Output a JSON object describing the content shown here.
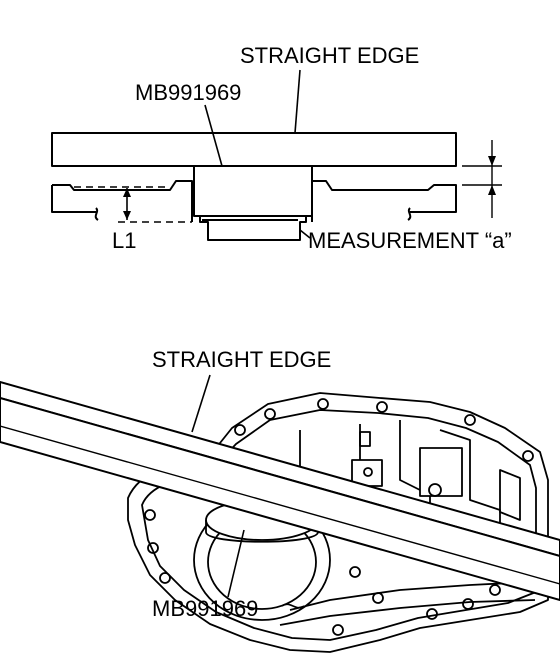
{
  "top_diagram": {
    "label_straight_edge": "STRAIGHT EDGE",
    "label_tool": "MB991969",
    "label_l1": "L1",
    "label_measurement": "MEASUREMENT “a”"
  },
  "bottom_illustration": {
    "label_straight_edge": "STRAIGHT EDGE",
    "label_tool": "MB991969"
  },
  "colors": {
    "line": "#000000",
    "background": "#ffffff"
  }
}
